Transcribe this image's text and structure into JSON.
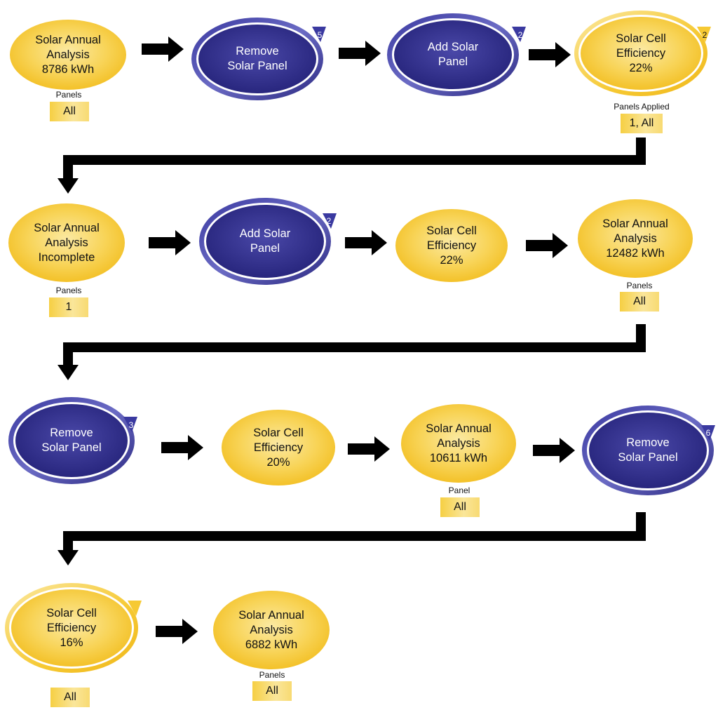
{
  "colors": {
    "yellow": "#f6c82e",
    "yellow_light": "#fbe58e",
    "blue": "#2f2d8a",
    "blue_light": "#5a5ab5",
    "arrow": "#000000"
  },
  "rows": [
    {
      "nodes": [
        {
          "kind": "yellow",
          "lines": [
            "Solar Annual",
            "Analysis",
            "8786 kWh"
          ],
          "caption": "Panels",
          "tag": "All"
        },
        {
          "kind": "blue",
          "lines": [
            "Remove",
            "Solar Panel"
          ],
          "badge": "5"
        },
        {
          "kind": "blue",
          "lines": [
            "Add Solar",
            "Panel"
          ],
          "badge": "2"
        },
        {
          "kind": "yellow-loop",
          "lines": [
            "Solar Cell",
            "Efficiency",
            "22%"
          ],
          "badge": "2",
          "caption": "Panels Applied",
          "tag": "1, All"
        }
      ]
    },
    {
      "nodes": [
        {
          "kind": "yellow",
          "lines": [
            "Solar Annual",
            "Analysis",
            "Incomplete"
          ],
          "caption": "Panels",
          "tag": "1"
        },
        {
          "kind": "blue",
          "lines": [
            "Add Solar",
            "Panel"
          ],
          "badge": "2"
        },
        {
          "kind": "yellow",
          "lines": [
            "Solar Cell",
            "Efficiency",
            "22%"
          ]
        },
        {
          "kind": "yellow",
          "lines": [
            "Solar Annual",
            "Analysis",
            "12482 kWh"
          ],
          "caption": "Panels",
          "tag": "All"
        }
      ]
    },
    {
      "nodes": [
        {
          "kind": "blue",
          "lines": [
            "Remove",
            "Solar Panel"
          ],
          "badge": "3"
        },
        {
          "kind": "yellow",
          "lines": [
            "Solar Cell",
            "Efficiency",
            "20%"
          ]
        },
        {
          "kind": "yellow",
          "lines": [
            "Solar Annual",
            "Analysis",
            "10611 kWh"
          ],
          "caption": "Panel",
          "tag": "All"
        },
        {
          "kind": "blue",
          "lines": [
            "Remove",
            "Solar Panel"
          ],
          "badge": "6"
        }
      ]
    },
    {
      "nodes": [
        {
          "kind": "yellow-loop",
          "lines": [
            "Solar Cell",
            "Efficiency",
            "16%"
          ],
          "tag": "All"
        },
        {
          "kind": "yellow",
          "lines": [
            "Solar Annual",
            "Analysis",
            "6882 kWh"
          ],
          "caption": "Panels",
          "tag": "All"
        }
      ]
    }
  ]
}
